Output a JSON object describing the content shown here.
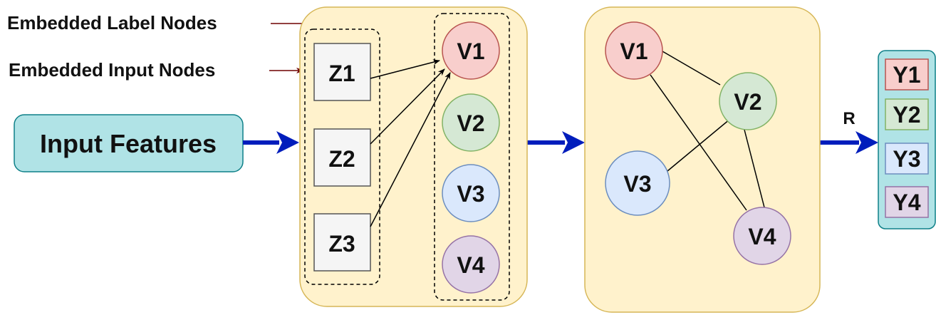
{
  "annotations": {
    "label_nodes": "Embedded Label Nodes",
    "input_nodes": "Embedded Input Nodes"
  },
  "input_box": {
    "label": "Input Features"
  },
  "embedded_inputs": [
    "Z1",
    "Z2",
    "Z3"
  ],
  "embedded_labels": [
    "V1",
    "V2",
    "V3",
    "V4"
  ],
  "graph_nodes": [
    "V1",
    "V2",
    "V3",
    "V4"
  ],
  "graph_edges": [
    [
      "V1",
      "V2"
    ],
    [
      "V1",
      "V4"
    ],
    [
      "V2",
      "V3"
    ],
    [
      "V2",
      "V4"
    ]
  ],
  "output": {
    "arrow_label": "R",
    "labels": [
      "Y1",
      "Y2",
      "Y3",
      "Y4"
    ]
  },
  "colors": {
    "panel_fill": "#fff2cc",
    "panel_stroke": "#d6b656",
    "teal_fill": "#b0e3e6",
    "teal_stroke": "#0e8088",
    "blue_arrow": "#001dbc",
    "dark_red_arrow": "#6f0000",
    "node_red": "#f8cecc",
    "node_green": "#d5e8d4",
    "node_blue": "#dae8fc",
    "node_purple": "#e1d5e7"
  }
}
